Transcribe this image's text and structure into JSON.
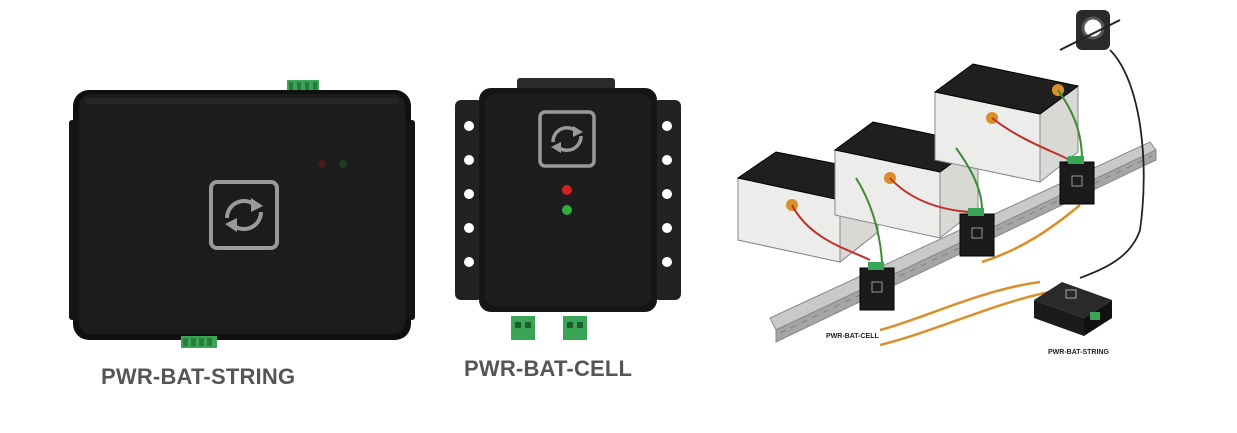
{
  "products": [
    {
      "name": "PWR-BAT-STRING"
    },
    {
      "name": "PWR-BAT-CELL"
    }
  ],
  "diagram": {
    "cell_label": "PWR-BAT-CELL",
    "string_label": "PWR-BAT-STRING"
  },
  "colors": {
    "device_body": "#1b1b1c",
    "bezel": "#0e0e0f",
    "logo_stroke": "#9a9a9a",
    "terminal_green": "#3aa655",
    "led_red": "#d32020",
    "led_green": "#2fae3c",
    "battery_case": "#e8e8e4",
    "battery_lid": "#1f1f1f",
    "wire_red": "#c0302b",
    "wire_green": "#3d8a35",
    "wire_orange": "#d9902a",
    "caption": "#555555"
  },
  "icons": [
    "sync-arrows-icon",
    "current-sensor-icon",
    "terminal-block-icon"
  ]
}
